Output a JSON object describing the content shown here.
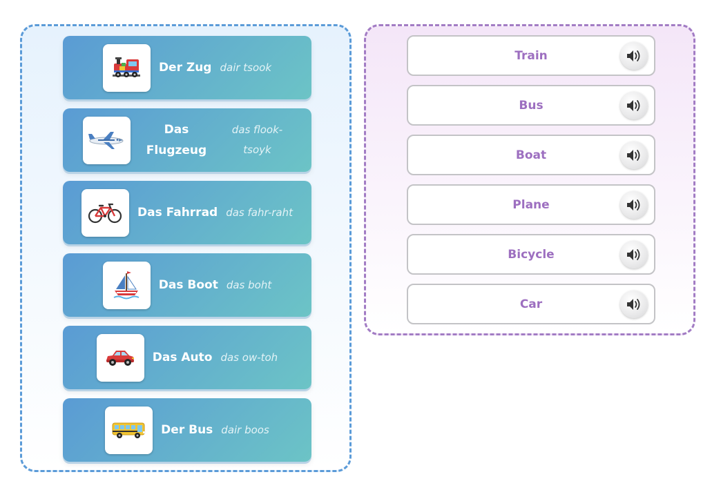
{
  "colors": {
    "left_border": "#5b9bd8",
    "right_border": "#a27cc4",
    "card_gradient_start": "#5a9bd4",
    "card_gradient_end": "#6cc4c6",
    "answer_text": "#9d6fc0"
  },
  "words": [
    {
      "word": "Der Zug",
      "pronunciation": "dair tsook",
      "icon": "train-icon"
    },
    {
      "word": "Das Flugzeug",
      "pronunciation": "das flook-tsoyk",
      "icon": "airplane-icon"
    },
    {
      "word": "Das Fahrrad",
      "pronunciation": "das fahr-raht",
      "icon": "bicycle-icon"
    },
    {
      "word": "Das Boot",
      "pronunciation": "das boht",
      "icon": "sailboat-icon"
    },
    {
      "word": "Das Auto",
      "pronunciation": "das ow-toh",
      "icon": "car-icon"
    },
    {
      "word": "Der Bus",
      "pronunciation": "dair boos",
      "icon": "bus-icon"
    }
  ],
  "answers": [
    {
      "label": "Train",
      "icon": "speaker-icon"
    },
    {
      "label": "Bus",
      "icon": "speaker-icon"
    },
    {
      "label": "Boat",
      "icon": "speaker-icon"
    },
    {
      "label": "Plane",
      "icon": "speaker-icon"
    },
    {
      "label": "Bicycle",
      "icon": "speaker-icon"
    },
    {
      "label": "Car",
      "icon": "speaker-icon"
    }
  ]
}
